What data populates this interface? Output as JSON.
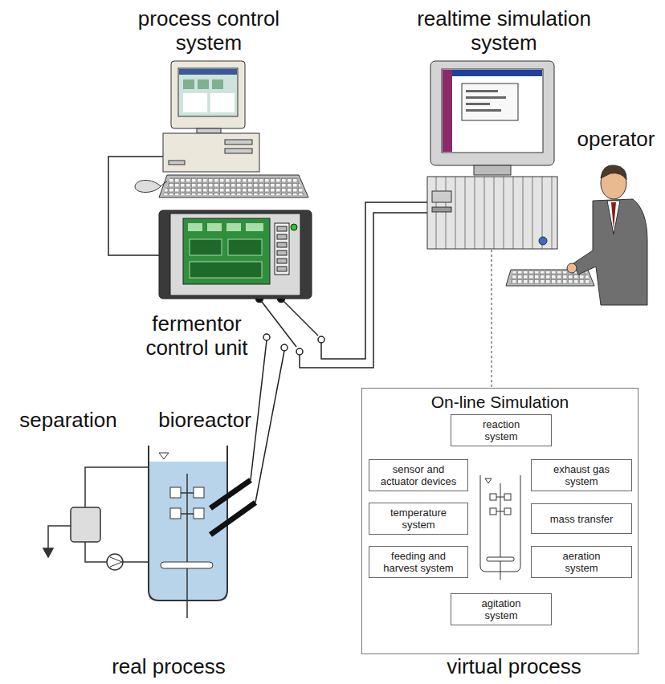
{
  "diagram": {
    "nodes": [
      {
        "text": [
          "On-line Simulation"
        ]
      },
      {
        "text": [
          "reaction system"
        ],
        "in": 0
      },
      {
        "text": [
          "sensor and actuator devices"
        ],
        "in": 0
      },
      {
        "text": [
          "exhaust gas system"
        ],
        "in": 0
      },
      {
        "text": [
          "temperature system"
        ],
        "in": 0
      },
      {
        "text": [
          "mass transfer"
        ],
        "in": 0
      },
      {
        "text": [
          "feeding and harvest system"
        ],
        "in": 0
      },
      {
        "text": [
          "aeration system"
        ],
        "in": 0
      },
      {
        "text": [
          "agitation system"
        ],
        "in": 0
      }
    ],
    "labels": [
      "process control system",
      "realtime simulation system",
      "operator",
      "fermentor control unit",
      "separation",
      "bioreactor",
      "real process",
      "virtual process"
    ]
  }
}
